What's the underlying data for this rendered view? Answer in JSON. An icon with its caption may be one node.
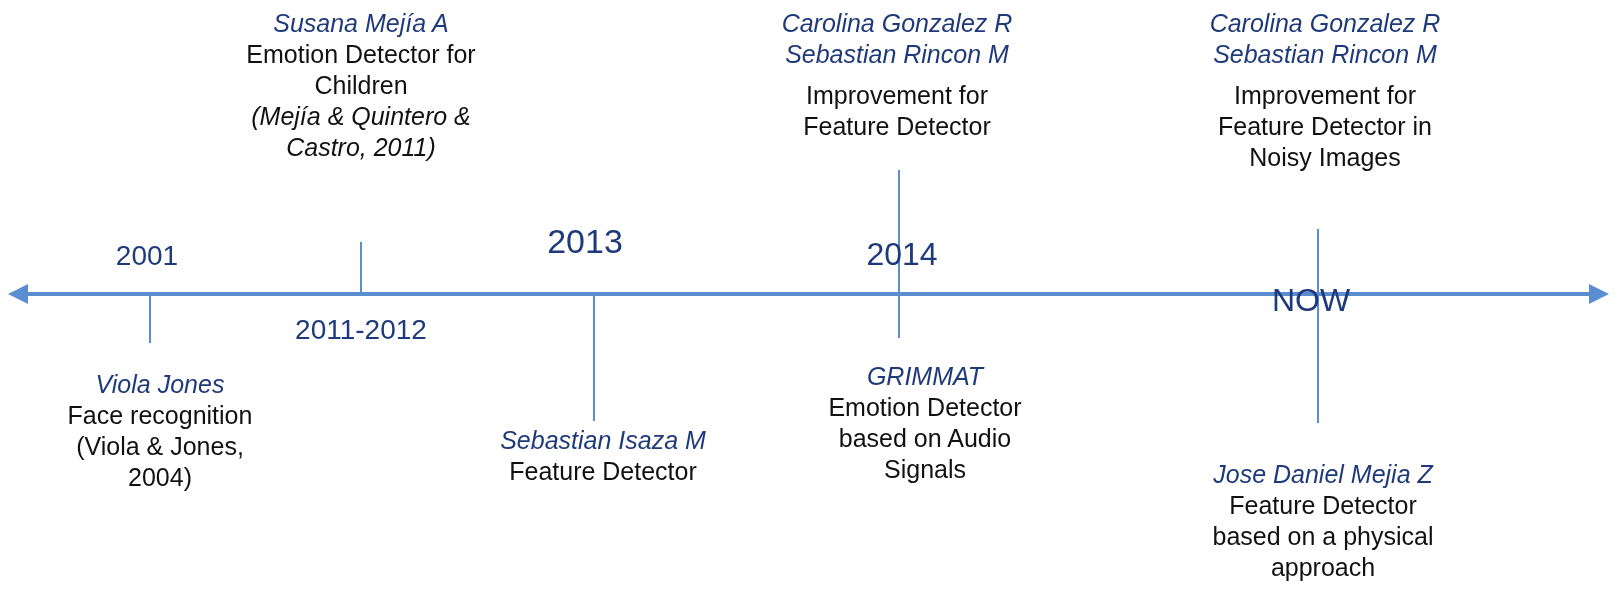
{
  "diagram": {
    "nodes": [
      {
        "text": [
          "Viola Jones",
          "Face recognition",
          "(Viola & Jones, 2004)"
        ]
      },
      {
        "text": [
          "Susana Mejía A",
          "Emotion Detector for Children",
          "(Mejía & Quintero & Castro, 2011)"
        ]
      },
      {
        "text": [
          "Sebastian Isaza M",
          "Feature Detector"
        ]
      },
      {
        "text": [
          "Carolina Gonzalez R",
          "Sebastian Rincon M",
          "Improvement for Feature Detector"
        ]
      },
      {
        "text": [
          "GRIMMAT",
          "Emotion Detector based on Audio Signals"
        ]
      },
      {
        "text": [
          "Carolina Gonzalez R",
          "Sebastian Rincon M",
          "Improvement for Feature Detector in Noisy Images"
        ]
      },
      {
        "text": [
          "Jose Daniel Mejia Z",
          "Feature Detector based on a physical approach"
        ]
      }
    ],
    "labels": [
      "2001",
      "2011-2012",
      "2013",
      "2014",
      "NOW"
    ]
  }
}
